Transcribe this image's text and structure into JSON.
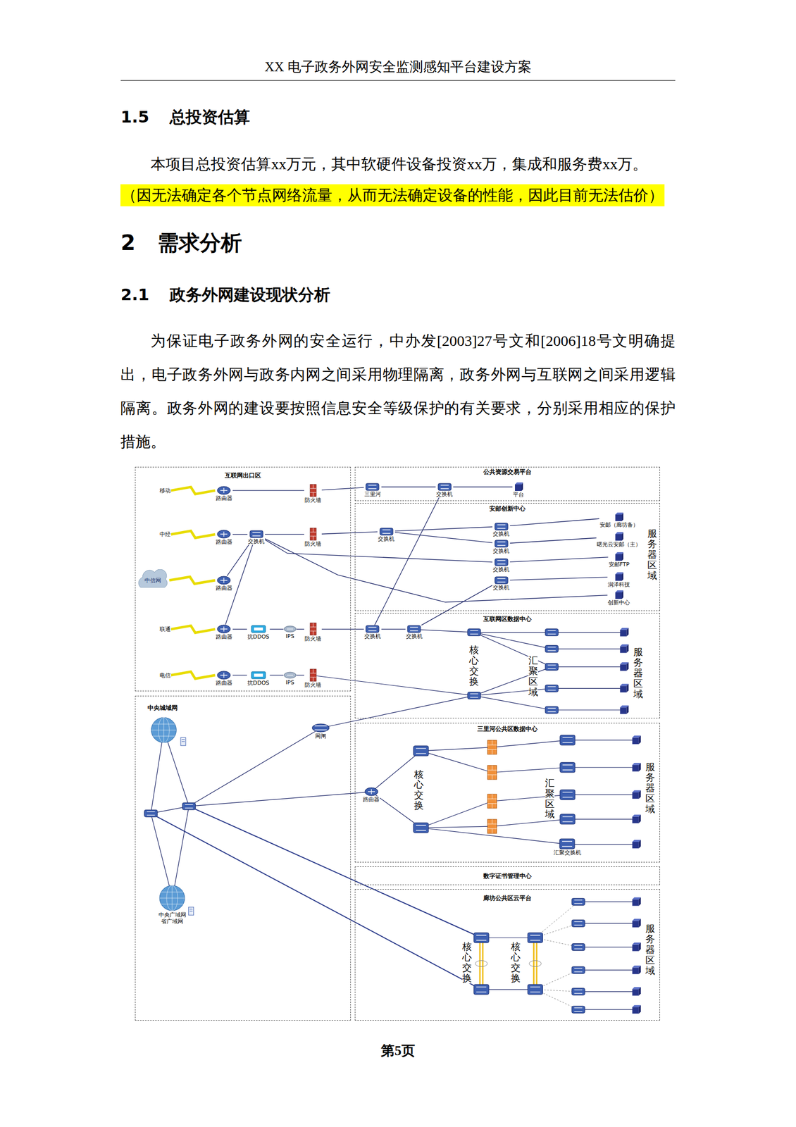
{
  "diagram": {
    "title": "XX 电子政务外网安全监测感知平台建设方案",
    "nodes": [
      {
        "text": [
          "互联网出口区"
        ]
      },
      {
        "text": [
          "移动"
        ],
        "in": 0
      },
      {
        "text": [
          "路由器"
        ],
        "in": 0
      },
      {
        "text": [
          "防火墙"
        ],
        "in": 0
      },
      {
        "text": [
          "中经"
        ],
        "in": 0
      },
      {
        "text": [
          "路由器"
        ],
        "in": 0
      },
      {
        "text": [
          "交换机"
        ],
        "in": 0
      },
      {
        "text": [
          "防火墙"
        ],
        "in": 0
      },
      {
        "text": [
          "中信网"
        ],
        "in": 0
      },
      {
        "text": [
          "路由器"
        ],
        "in": 0
      },
      {
        "text": [
          "联通"
        ],
        "in": 0
      },
      {
        "text": [
          "路由器"
        ],
        "in": 0
      },
      {
        "text": [
          "抗DDOS"
        ],
        "in": 0
      },
      {
        "text": [
          "IPS"
        ],
        "in": 0
      },
      {
        "text": [
          "防火墙"
        ],
        "in": 0
      },
      {
        "text": [
          "电信"
        ],
        "in": 0
      },
      {
        "text": [
          "路由器"
        ],
        "in": 0
      },
      {
        "text": [
          "抗DDOS"
        ],
        "in": 0
      },
      {
        "text": [
          "IPS"
        ],
        "in": 0
      },
      {
        "text": [
          "防火墙"
        ],
        "in": 0
      },
      {
        "text": [
          "公共资源交易平台"
        ]
      },
      {
        "text": [
          "三里河"
        ],
        "in": 20
      },
      {
        "text": [
          "交换机"
        ],
        "in": 20
      },
      {
        "text": [
          "平台"
        ],
        "in": 20
      },
      {
        "text": [
          "安邮创新中心"
        ]
      },
      {
        "text": [
          "交换机"
        ],
        "in": 24
      },
      {
        "text": [
          "交换机"
        ],
        "in": 24
      },
      {
        "text": [
          "交换机"
        ],
        "in": 24
      },
      {
        "text": [
          "交换机"
        ],
        "in": 24
      },
      {
        "text": [
          "交换机"
        ],
        "in": 24
      },
      {
        "text": [
          "安邮（廊坊备）"
        ],
        "in": 24
      },
      {
        "text": [
          "曙光云安邮（主）"
        ],
        "in": 24
      },
      {
        "text": [
          "安邮FTP"
        ],
        "in": 24
      },
      {
        "text": [
          "润泽科技"
        ],
        "in": 24
      },
      {
        "text": [
          "创新中心"
        ],
        "in": 24
      },
      {
        "text": [
          "互联网区数据中心"
        ]
      },
      {
        "text": [
          "交换机"
        ],
        "in": 35
      },
      {
        "text": [
          "交换机"
        ],
        "in": 35
      },
      {
        "text": [
          "中央城域网"
        ]
      },
      {
        "text": [
          "中央广域网 省广域网"
        ],
        "in": 38
      },
      {
        "text": [
          "网闸"
        ],
        "in": 38
      },
      {
        "text": [
          "三里河公共区数据中心"
        ]
      },
      {
        "text": [
          "路由器"
        ],
        "in": 41
      },
      {
        "text": [
          "汇聚交换机"
        ],
        "in": 41
      },
      {
        "text": [
          "数字证书管理中心"
        ]
      },
      {
        "text": [
          "廊坊公共区云平台"
        ]
      }
    ],
    "edges": [
      {
        "from": 1,
        "to": 2,
        "arrow": "none"
      },
      {
        "from": 2,
        "to": 3,
        "arrow": "none"
      },
      {
        "from": 3,
        "to": 21,
        "arrow": "none"
      },
      {
        "from": 21,
        "to": 22,
        "arrow": "none"
      },
      {
        "from": 22,
        "to": 23,
        "arrow": "none"
      },
      {
        "from": 4,
        "to": 5,
        "arrow": "none"
      },
      {
        "from": 5,
        "to": 6,
        "arrow": "none"
      },
      {
        "from": 6,
        "to": 7,
        "arrow": "none"
      },
      {
        "from": 7,
        "to": 25,
        "arrow": "none"
      },
      {
        "from": 25,
        "to": 26,
        "arrow": "none"
      },
      {
        "from": 25,
        "to": 27,
        "arrow": "none"
      },
      {
        "from": 26,
        "to": 30,
        "arrow": "none"
      },
      {
        "from": 27,
        "to": 31,
        "arrow": "none"
      },
      {
        "from": 8,
        "to": 9,
        "arrow": "none"
      },
      {
        "from": 9,
        "to": 6,
        "arrow": "none"
      },
      {
        "from": 6,
        "to": 28,
        "arrow": "none"
      },
      {
        "from": 6,
        "to": 34,
        "arrow": "none"
      },
      {
        "from": 28,
        "to": 32,
        "arrow": "none"
      },
      {
        "from": 29,
        "to": 33,
        "arrow": "none"
      },
      {
        "from": 10,
        "to": 11,
        "arrow": "none"
      },
      {
        "from": 11,
        "to": 6,
        "arrow": "none"
      },
      {
        "from": 11,
        "to": 12,
        "arrow": "none"
      },
      {
        "from": 12,
        "to": 13,
        "arrow": "none"
      },
      {
        "from": 13,
        "to": 14,
        "arrow": "none"
      },
      {
        "from": 14,
        "to": 36,
        "arrow": "none"
      },
      {
        "from": 36,
        "to": 37,
        "arrow": "none"
      },
      {
        "from": 37,
        "to": 29,
        "arrow": "none"
      },
      {
        "from": 36,
        "to": 22,
        "arrow": "none"
      },
      {
        "from": 15,
        "to": 16,
        "arrow": "none"
      },
      {
        "from": 16,
        "to": 17,
        "arrow": "none"
      },
      {
        "from": 17,
        "to": 18,
        "arrow": "none"
      },
      {
        "from": 18,
        "to": 19,
        "arrow": "none"
      }
    ],
    "labels": [
      "1.5 总投资估算",
      "本项目总投资估算xx万元，其中软硬件设备投资xx万，集成和服务费xx万。",
      "（因无法确定各个节点网络流量，从而无法确定设备的性能，因此目前无法估价）",
      "2 需求分析",
      "2.1 政务外网建设现状分析",
      "为保证电子政务外网的安全运行，中办发[2003]27号文和[2006]18号文明确提出，电子政务外网与政务内网之间采用物理隔离，政务外网与互联网之间采用逻辑隔离。政务外网的建设要按照信息安全等级保护的有关要求，分别采用相应的保护措施。",
      "服务器区域",
      "核心交换",
      "汇聚区域",
      "服务器区域",
      "核心交换",
      "汇聚区域",
      "服务器区域",
      "核心交换",
      "核心交换",
      "服务器区域",
      "第5页"
    ]
  }
}
